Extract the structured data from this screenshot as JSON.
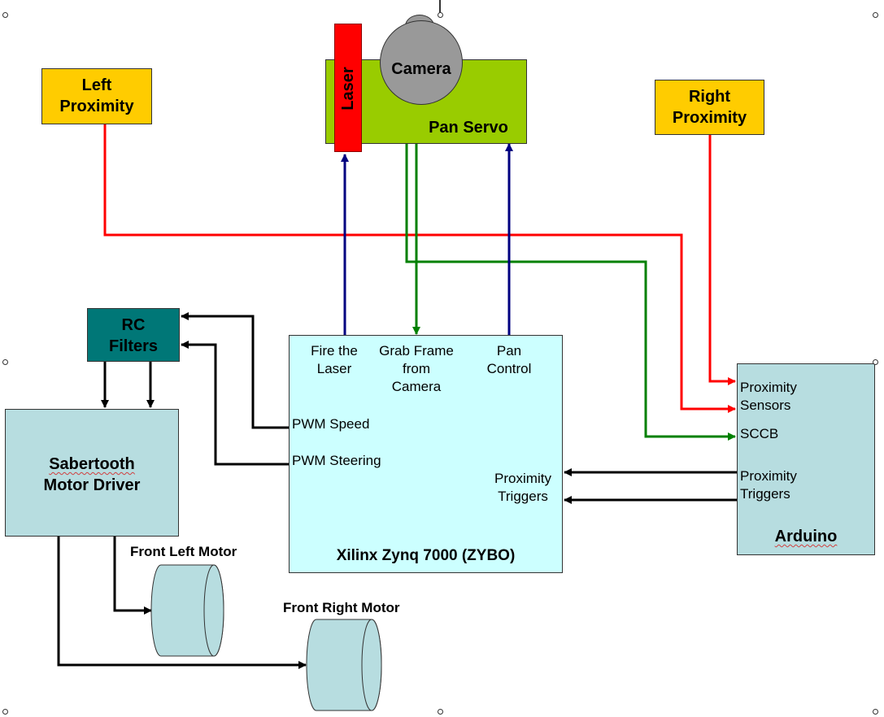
{
  "left_proximity": {
    "line1": "Left",
    "line2": "Proximity"
  },
  "right_proximity": {
    "line1": "Right",
    "line2": "Proximity"
  },
  "laser": {
    "label": "Laser"
  },
  "camera": {
    "label": "Camera"
  },
  "pan_servo": {
    "label": "Pan Servo"
  },
  "rc_filters": {
    "line1": "RC",
    "line2": "Filters"
  },
  "sabertooth": {
    "line1": "Sabertooth",
    "line2": "Motor Driver"
  },
  "zybo": {
    "title": "Xilinx Zynq 7000 (ZYBO)",
    "fire_laser": [
      "Fire the",
      "Laser"
    ],
    "grab_frame": [
      "Grab Frame",
      "from",
      "Camera"
    ],
    "pan_control": [
      "Pan",
      "Control"
    ],
    "pwm_speed": "PWM Speed",
    "pwm_steering": "PWM Steering",
    "proximity_triggers": [
      "Proximity",
      "Triggers"
    ]
  },
  "arduino": {
    "title": "Arduino",
    "proximity_sensors": [
      "Proximity",
      "Sensors"
    ],
    "sccb": "SCCB",
    "proximity_triggers": [
      "Proximity",
      "Triggers"
    ]
  },
  "motors": {
    "front_left": "Front Left Motor",
    "front_right": "Front Right Motor"
  },
  "colors": {
    "yellow": "#ffcc00",
    "red": "#ff0000",
    "green_servo": "#99cc00",
    "camera_gray": "#999999",
    "teal": "#007777",
    "light_blue": "#b7dde0",
    "zybo_cyan": "#ccffff",
    "wire_red": "#ff0000",
    "wire_green": "#008000",
    "wire_navy": "#000080",
    "wire_black": "#000000"
  }
}
